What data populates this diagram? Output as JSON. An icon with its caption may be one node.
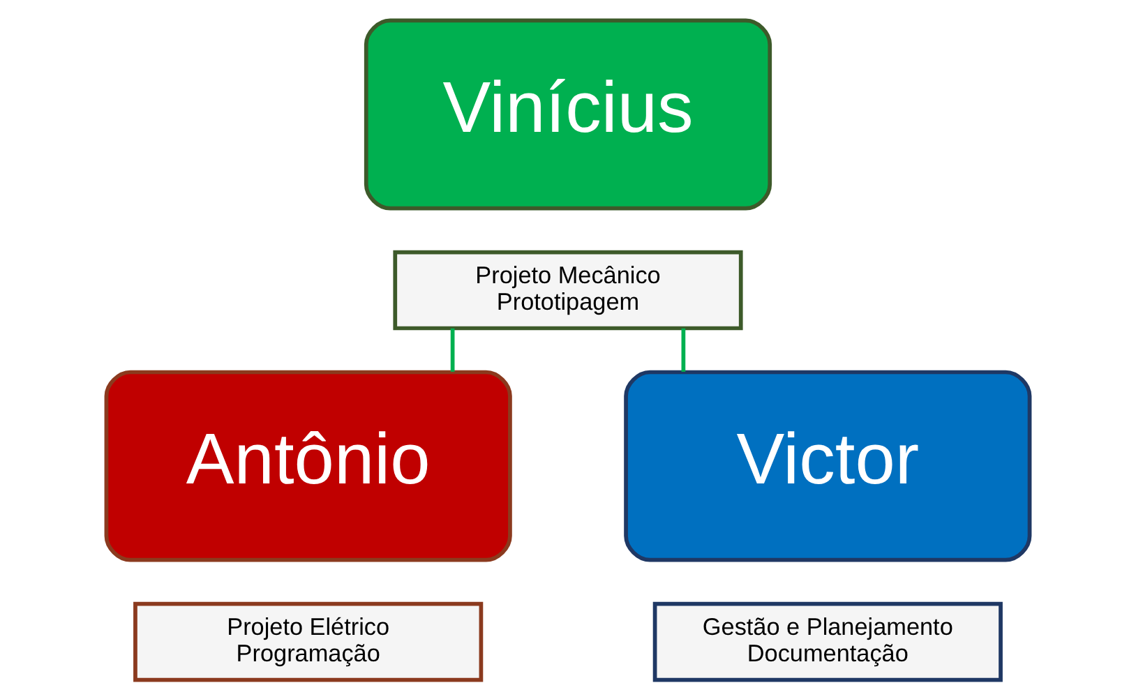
{
  "diagram": {
    "nodes": [
      {
        "text": [
          "Vinícius"
        ]
      },
      {
        "text": [
          "Projeto Mecânico",
          "Prototipagem"
        ]
      },
      {
        "text": [
          "Antônio"
        ]
      },
      {
        "text": [
          "Projeto Elétrico",
          "Programação"
        ]
      },
      {
        "text": [
          "Victor"
        ]
      },
      {
        "text": [
          "Gestão e Planejamento",
          "Documentação"
        ]
      }
    ],
    "edges": [
      {
        "from": 1,
        "to": 2,
        "arrow": "none"
      },
      {
        "from": 1,
        "to": 4,
        "arrow": "none"
      }
    ]
  }
}
